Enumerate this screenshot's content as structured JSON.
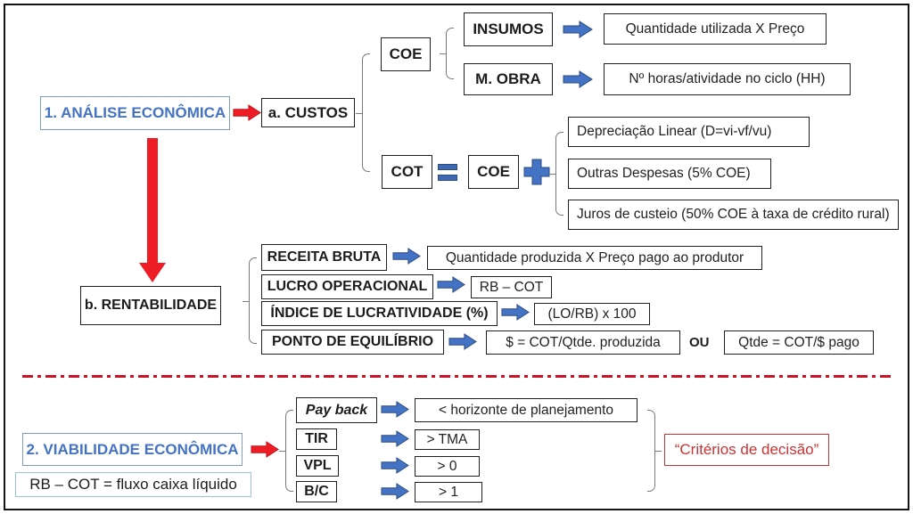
{
  "colors": {
    "accent-blue": "#4472C4",
    "arrow-stroke": "#2B4C7E",
    "arrow-red": "#EE1C24",
    "divider-red": "#CE1126",
    "box-border": "#1f1f1f",
    "bracket": "#7a7a7a",
    "title-border": "#7F9DB9",
    "note-border": "#9CC3D5",
    "decision-red": "#CB3234"
  },
  "icons": {
    "flow-arrow-right-blue": "block-arrow →",
    "flow-arrow-right-red": "block-arrow →",
    "flow-arrow-down-red": "block-arrow ↓",
    "equals-sign": "=",
    "plus-sign": "+"
  },
  "section1": {
    "title": "1. ANÁLISE ECONÔMICA",
    "custos_label": "a. CUSTOS",
    "coe_label": "COE",
    "cot_label": "COT",
    "cot_equals_coe_label": "COE",
    "insumos": {
      "label": "INSUMOS",
      "value": "Quantidade utilizada X Preço"
    },
    "mobra": {
      "label": "M. OBRA",
      "value": "Nº horas/atividade no ciclo (HH)"
    },
    "cot_components": [
      "Depreciação Linear (D=vi-vf/vu)",
      "Outras Despesas (5% COE)",
      "Juros de custeio (50% COE à taxa de crédito rural)"
    ],
    "rentabilidade_label": "b. RENTABILIDADE",
    "rows": [
      {
        "label": "RECEITA BRUTA",
        "value": "Quantidade produzida X Preço pago ao produtor"
      },
      {
        "label": "LUCRO OPERACIONAL",
        "value": "RB – COT"
      },
      {
        "label": "ÍNDICE DE LUCRATIVIDADE (%)",
        "value": "(LO/RB) x 100"
      },
      {
        "label": "PONTO DE EQUILÍBRIO",
        "value": "$ = COT/Qtde. produzida",
        "or_label": "OU",
        "alt_value": "Qtde = COT/$ pago"
      }
    ]
  },
  "section2": {
    "title": "2. VIABILIDADE ECONÔMICA",
    "note": "RB – COT = fluxo caixa líquido",
    "rows": [
      {
        "label": "Pay back",
        "value": "< horizonte de planejamento"
      },
      {
        "label": "TIR",
        "value": "> TMA"
      },
      {
        "label": "VPL",
        "value": "> 0"
      },
      {
        "label": "B/C",
        "value": "> 1"
      }
    ],
    "decision_label": "“Critérios de decisão”"
  }
}
